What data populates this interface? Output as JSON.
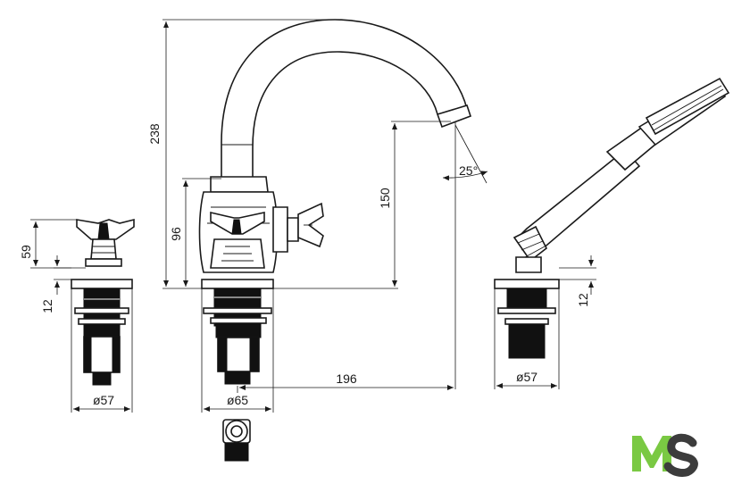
{
  "dimensions": {
    "overall_height": "238",
    "spout_height": "150",
    "body_height": "96",
    "handle_height": "59",
    "deck_left": "12",
    "deck_right": "12",
    "spout_reach": "196",
    "spout_angle": "25°",
    "dia_left": "ø57",
    "dia_center": "ø65",
    "dia_right": "ø57"
  },
  "logo": {
    "letters": "MS",
    "m_color": "#7ac943",
    "s_color": "#3c3c3c"
  }
}
